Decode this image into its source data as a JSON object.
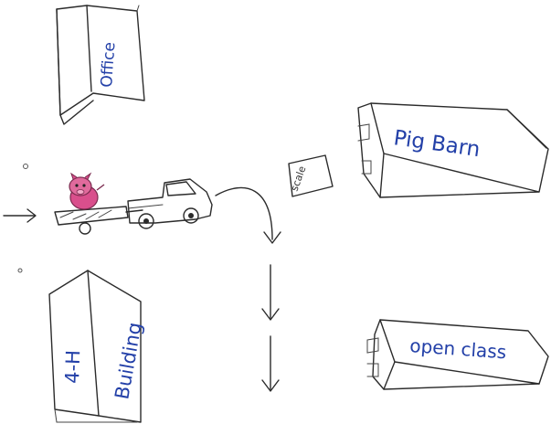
{
  "buildings": {
    "office": {
      "label": "Office"
    },
    "pig_barn": {
      "label": "Pig Barn"
    },
    "four_h": {
      "label_line1": "4-H",
      "label_line2": "Building"
    },
    "open_class": {
      "label": "open class"
    }
  },
  "scale": {
    "label": "scale"
  },
  "colors": {
    "ink": "#2b2b2b",
    "label_blue": "#2340a8",
    "pig_pink": "#d94f8c"
  },
  "icons": {
    "pig": "pig-icon",
    "truck": "pickup-truck-icon",
    "trailer": "trailer-icon",
    "arrow": "arrow-icon"
  }
}
